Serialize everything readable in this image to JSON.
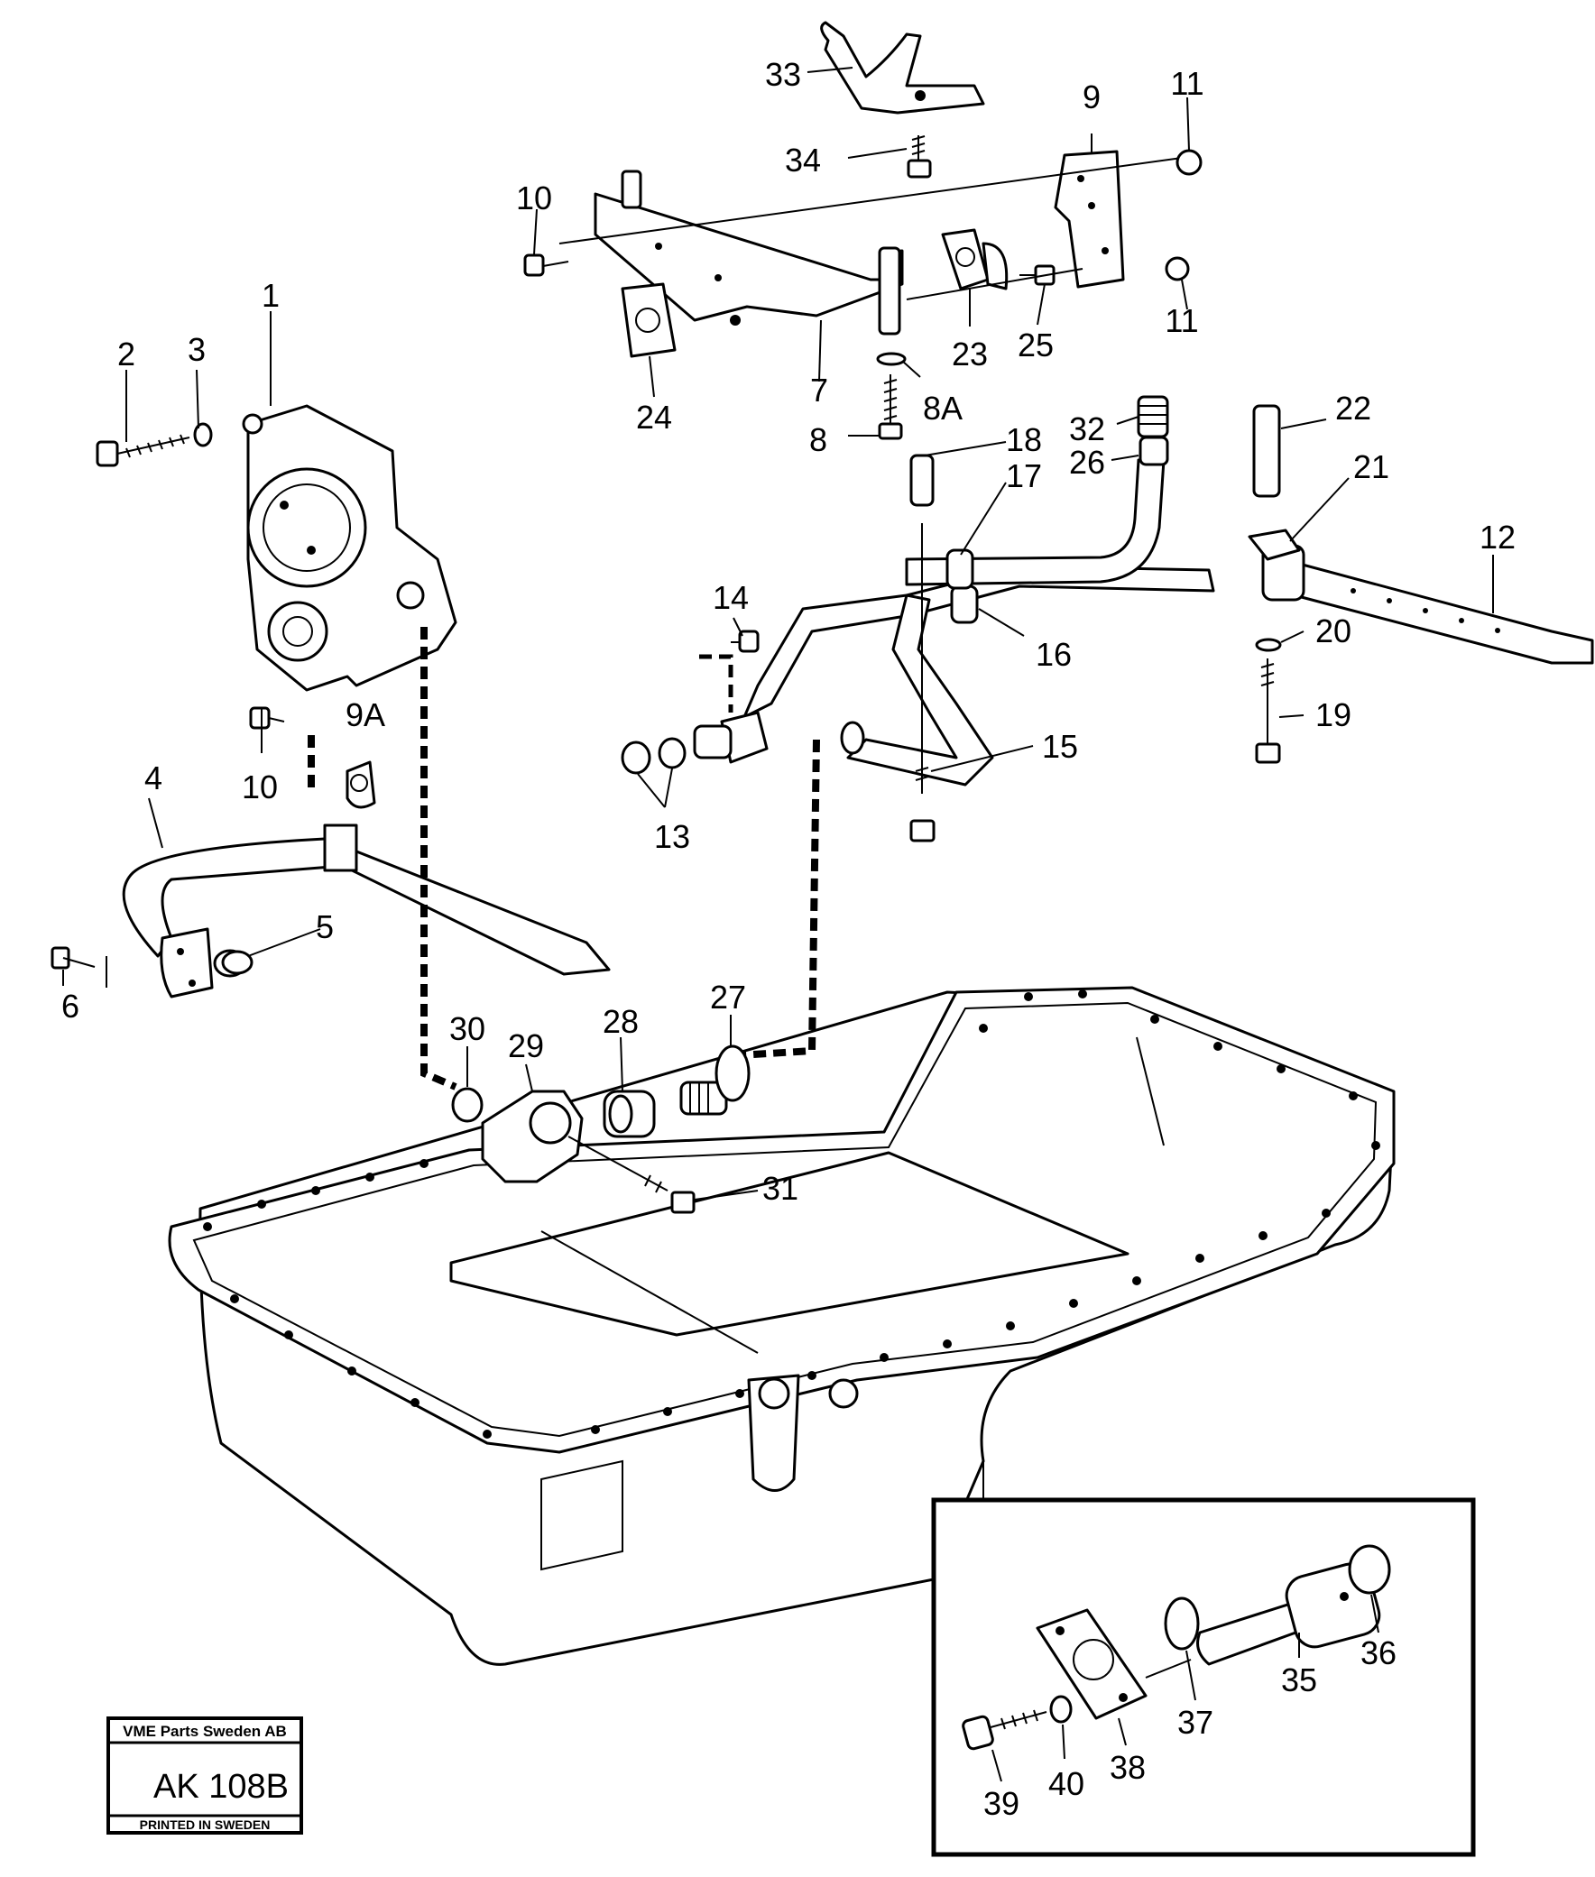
{
  "diagram": {
    "callouts": [
      "1",
      "2",
      "3",
      "4",
      "5",
      "6",
      "7",
      "8",
      "8A",
      "9",
      "9A",
      "10",
      "10",
      "11",
      "11",
      "12",
      "13",
      "14",
      "15",
      "16",
      "17",
      "18",
      "19",
      "20",
      "21",
      "22",
      "23",
      "24",
      "25",
      "26",
      "27",
      "28",
      "29",
      "30",
      "31",
      "32",
      "33",
      "34",
      "35",
      "36",
      "37",
      "38",
      "39",
      "40"
    ],
    "stamp": {
      "company": "VME Parts Sweden AB",
      "code": "AK 108B",
      "printed": "PRINTED IN SWEDEN"
    }
  }
}
